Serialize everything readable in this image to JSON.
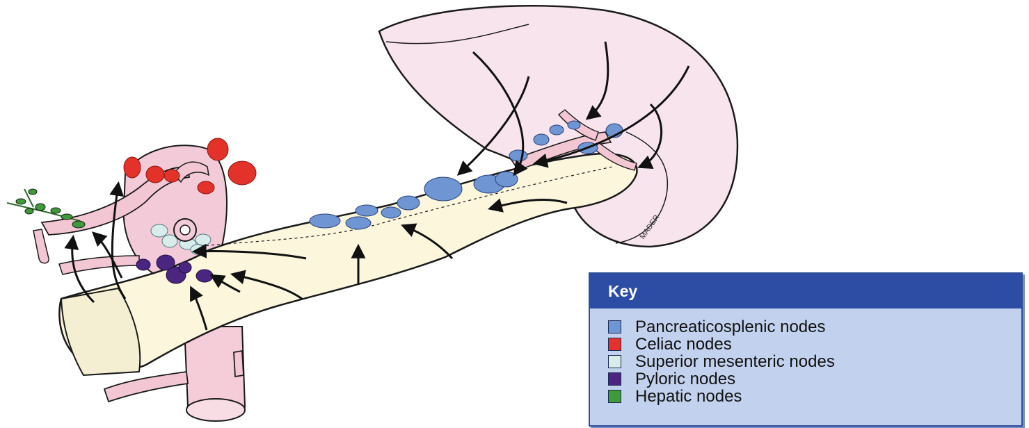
{
  "key": {
    "title": "Key",
    "items": [
      {
        "label": "Pancreaticosplenic nodes",
        "color": "#6f95d3"
      },
      {
        "label": "Celiac nodes",
        "color": "#e2322a"
      },
      {
        "label": "Superior mesenteric nodes",
        "color": "#d9ecec"
      },
      {
        "label": "Pyloric nodes",
        "color": "#4a2680"
      },
      {
        "label": "Hepatic nodes",
        "color": "#3f9a3a"
      }
    ]
  },
  "signature": "MADER",
  "colors": {
    "pancreas": "#fbf6dc",
    "spleen": "#f7e4ec",
    "vessel": "#f2c6d2",
    "outline": "#1a1a1a",
    "key_background": "#c2d2ee",
    "key_header": "#2c4da3"
  }
}
